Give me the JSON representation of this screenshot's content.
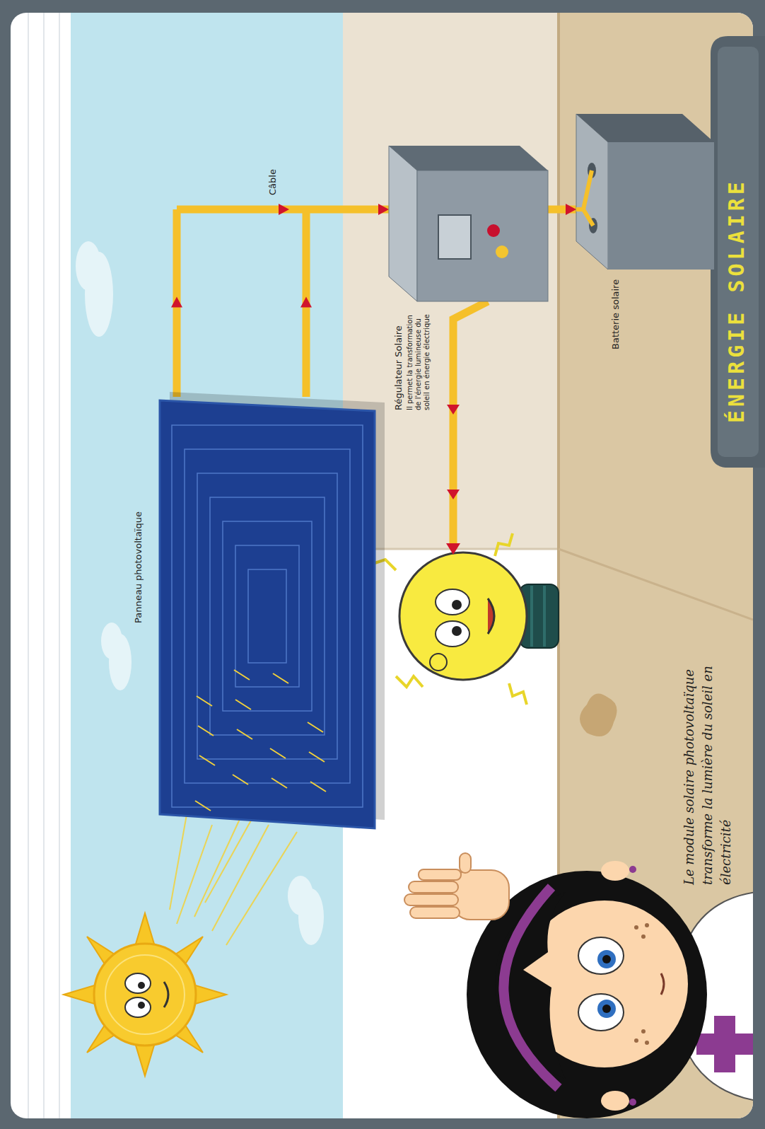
{
  "diagram": {
    "title": "ÉNERGIE SOLAIRE",
    "nodes": [
      {
        "text": [
          "Panneau photovoltaïque"
        ]
      },
      {
        "text": [
          "Régulateur Solaire",
          "Il permet la transformation de l'énergie lumineuse du soleil en énergie électrique"
        ]
      },
      {
        "text": [
          "Batterie solaire"
        ]
      }
    ],
    "edges": [
      {
        "from": 0,
        "to": 1,
        "arrow": "to"
      },
      {
        "from": 1,
        "to": 2,
        "arrow": "to"
      }
    ],
    "labels": [
      "Câble",
      "Le module solaire photovoltaïque transforme la lumière du soleil en électricité"
    ]
  }
}
